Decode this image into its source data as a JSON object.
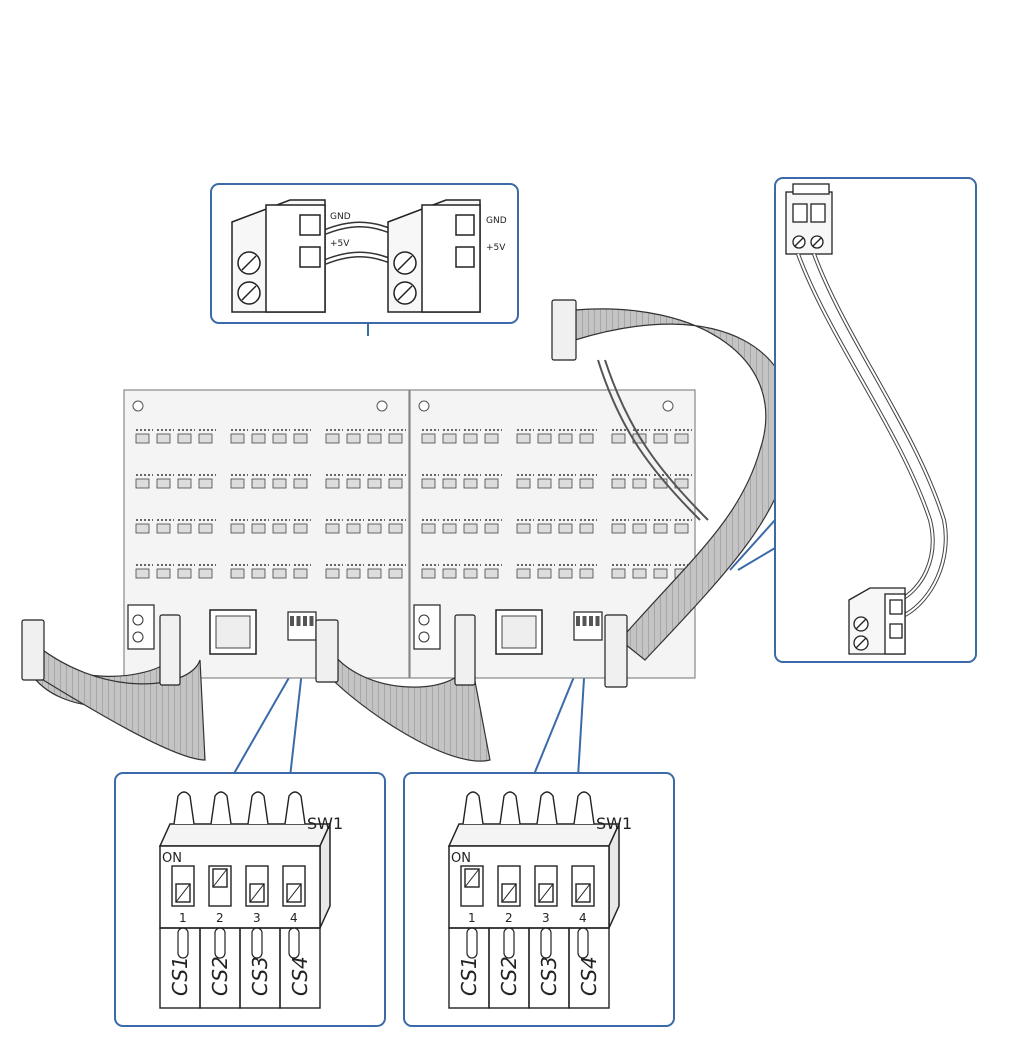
{
  "colors": {
    "callout_border": "#3a6aa8",
    "outline": "#222222",
    "board_fill": "#f4f4f4",
    "cable_fill": "#bdbdbd",
    "background": "#ffffff"
  },
  "power_callout": {
    "terminals": [
      {
        "gnd_label": "GND",
        "v5_label": "+5V"
      },
      {
        "gnd_label": "GND",
        "v5_label": "+5V"
      }
    ]
  },
  "cable_callout": {
    "connectors": 2,
    "wires": 2
  },
  "dip_switches": [
    {
      "switch_name": "SW1",
      "on_label": "ON",
      "positions": [
        {
          "number": "1",
          "label": "CS1",
          "state": "off"
        },
        {
          "number": "2",
          "label": "CS2",
          "state": "on"
        },
        {
          "number": "3",
          "label": "CS3",
          "state": "off"
        },
        {
          "number": "4",
          "label": "CS4",
          "state": "off"
        }
      ]
    },
    {
      "switch_name": "SW1",
      "on_label": "ON",
      "positions": [
        {
          "number": "1",
          "label": "CS1",
          "state": "on"
        },
        {
          "number": "2",
          "label": "CS2",
          "state": "off"
        },
        {
          "number": "3",
          "label": "CS3",
          "state": "off"
        },
        {
          "number": "4",
          "label": "CS4",
          "state": "off"
        }
      ]
    }
  ],
  "boards": {
    "count": 2
  }
}
